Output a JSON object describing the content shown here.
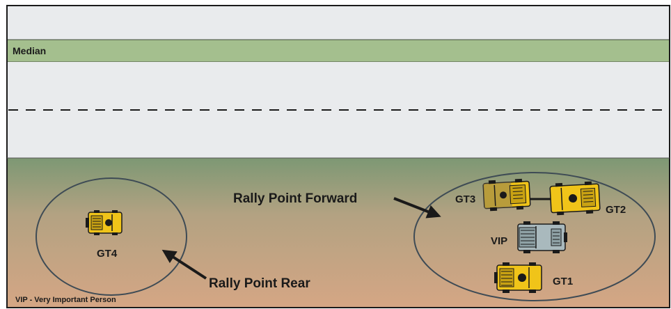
{
  "labels": {
    "median": "Median",
    "rally_forward": "Rally Point Forward",
    "rally_rear": "Rally Point Rear",
    "legend": "VIP - Very Important Person"
  },
  "vehicles": {
    "gt1": "GT1",
    "gt2": "GT2",
    "gt3": "GT3",
    "gt4": "GT4",
    "vip": "VIP"
  },
  "colors": {
    "road": "#e9ebed",
    "median": "#a4bf8e",
    "ground_top": "#7d9874",
    "ground_bottom": "#d2a583",
    "escort_vehicle": "#f0c419",
    "vip_vehicle": "#a9b9bd",
    "outline": "#3e4b55"
  }
}
